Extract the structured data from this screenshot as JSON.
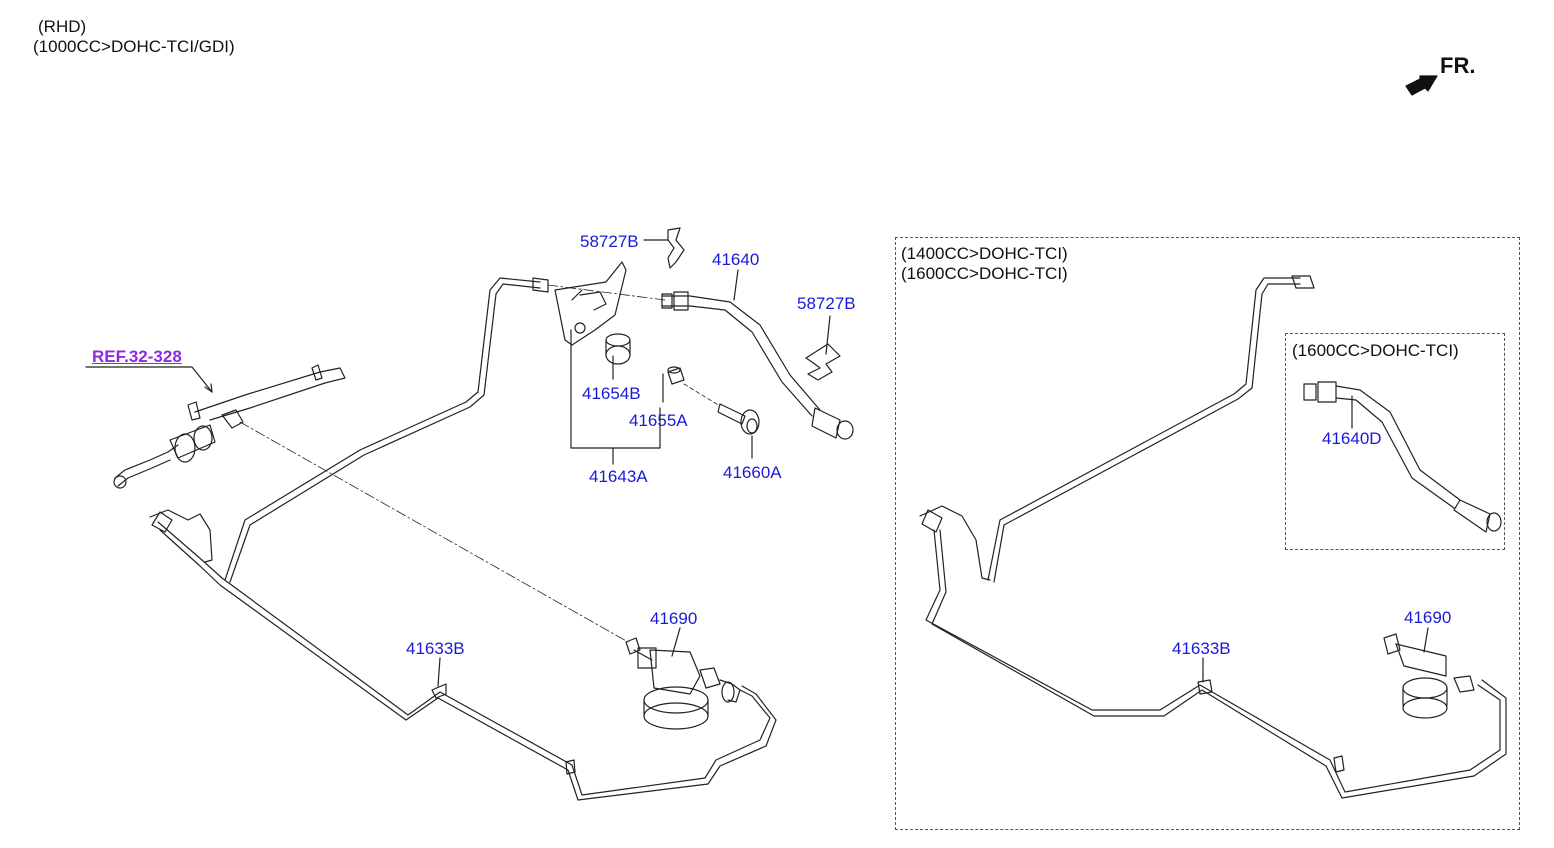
{
  "header": {
    "line1": "(RHD)",
    "line2": "(1000CC>DOHC-TCI/GDI)"
  },
  "direction": {
    "label": "FR."
  },
  "reference": {
    "label": "REF.32-328"
  },
  "main_labels": {
    "p58727b_top": "58727B",
    "p41640": "41640",
    "p58727b_right": "58727B",
    "p41654b": "41654B",
    "p41655a": "41655A",
    "p41643a": "41643A",
    "p41660a": "41660A",
    "p41690": "41690",
    "p41633b": "41633B"
  },
  "variant_box": {
    "line1": "(1400CC>DOHC-TCI)",
    "line2": "(1600CC>DOHC-TCI)",
    "p41690": "41690",
    "p41633b": "41633B",
    "inner_box": {
      "line1": "(1600CC>DOHC-TCI)",
      "p41640d": "41640D"
    }
  },
  "colors": {
    "part_number": "#1a1ad6",
    "reference": "#8a2be2",
    "line": "#222222"
  }
}
